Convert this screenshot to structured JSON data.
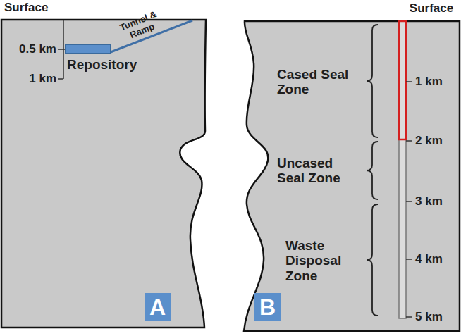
{
  "diagram": {
    "nodes": [
      {
        "text": [
          "Repository"
        ]
      },
      {
        "text": [
          "A"
        ]
      },
      {
        "text": [
          "B"
        ]
      }
    ],
    "labels": [
      "Surface",
      "0.5 km",
      "1 km",
      "Tunnel & Ramp",
      "Surface",
      "Cased Seal Zone",
      "Uncased Seal Zone",
      "Waste Disposal Zone",
      "1 km",
      "2 km",
      "3 km",
      "4 km",
      "5 km"
    ]
  }
}
